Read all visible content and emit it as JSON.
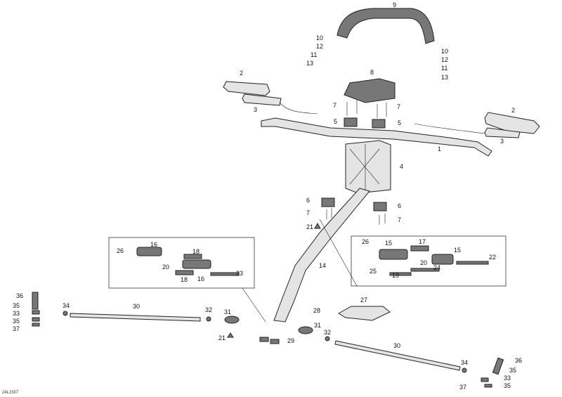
{
  "diagram": {
    "code": "24L1507",
    "labels": [
      "1",
      "2",
      "2",
      "3",
      "3",
      "4",
      "5",
      "5",
      "6",
      "6",
      "7",
      "7",
      "7",
      "7",
      "8",
      "9",
      "10",
      "10",
      "11",
      "11",
      "12",
      "12",
      "13",
      "13",
      "14",
      "15",
      "15",
      "16",
      "16",
      "17",
      "18",
      "18",
      "19",
      "20",
      "20",
      "21",
      "21",
      "22",
      "23",
      "24",
      "25",
      "26",
      "26",
      "27",
      "28",
      "29",
      "30",
      "30",
      "31",
      "31",
      "32",
      "32",
      "33",
      "33",
      "34",
      "34",
      "35",
      "35",
      "35",
      "35",
      "36",
      "36",
      "37",
      "37"
    ]
  }
}
